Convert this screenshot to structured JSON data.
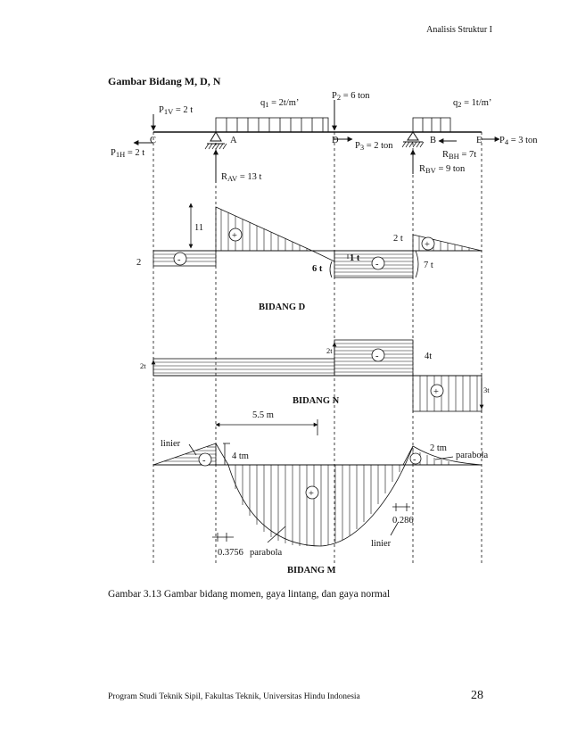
{
  "header": {
    "running_title": "Analisis Struktur I"
  },
  "section": {
    "title": "Gambar Bidang M, D, N"
  },
  "loads": {
    "p1v": "P",
    "p1v_sub": "1V",
    "p1v_val": " = 2 t",
    "q1": "q",
    "q1_sub": "1",
    "q1_val": " = 2t/m’",
    "p2": "P",
    "p2_sub": "2",
    "p2_val": " = 6 ton",
    "q2": "q",
    "q2_sub": "2",
    "q2_val": " = 1t/m’",
    "p1h": "P",
    "p1h_sub": "1H",
    "p1h_val": " = 2 t",
    "p3": "P",
    "p3_sub": "3",
    "p3_val": " = 2 ton",
    "p4": "P",
    "p4_sub": "4",
    "p4_val": " = 3 ton",
    "rbh": "R",
    "rbh_sub": "BH",
    "rbh_val": " = 7t",
    "rbv": "R",
    "rbv_sub": "BV",
    "rbv_val": " = 9 ton",
    "rav": "R",
    "rav_sub": "AV",
    "rav_val": " = 13 t"
  },
  "nodes": {
    "c": "C",
    "a": "A",
    "d": "D",
    "b": "B",
    "e": "E"
  },
  "shear": {
    "title": "BIDANG D",
    "v11": "11",
    "v2": "2",
    "v2t": "2 t",
    "v6t": "6 t",
    "v1t": "1 t",
    "v7t": "7 t"
  },
  "normal": {
    "title": "BIDANG N",
    "v2t_left": "2t",
    "v2t_mid": "2t",
    "v4t": "4t",
    "v3t": "3t"
  },
  "moment": {
    "title": "BIDANG M",
    "dist": "5.5 m",
    "linier_left": "linier",
    "v4tm": "4 tm",
    "v2tm": "2 tm",
    "parabola_right": "parabola",
    "parabola_mid": "parabola",
    "linier_mid": "linier",
    "x0286": "0.286",
    "x03756": "0.3756"
  },
  "signs": {
    "minus": "-",
    "plus": "+"
  },
  "caption": "Gambar 3.13 Gambar bidang momen, gaya lintang, dan gaya normal",
  "footer": {
    "institution": "Program Studi Teknik Sipil, Fakultas Teknik, Universitas Hindu Indonesia",
    "page": "28"
  }
}
